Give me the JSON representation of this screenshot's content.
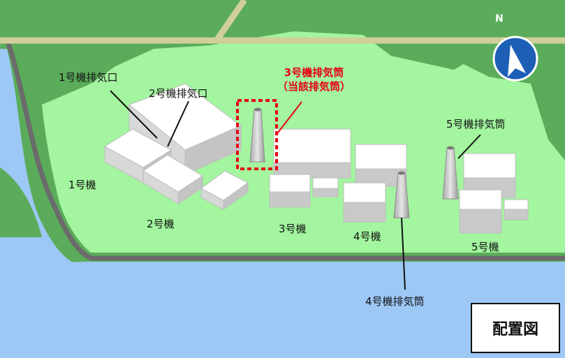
{
  "labels": {
    "unit1_exhaust_port": "1号機排気口",
    "unit2_exhaust_port": "2号機排気口",
    "unit3_stack_line1": "3号機排気筒",
    "unit3_stack_line2": "（当該排気筒）",
    "unit5_stack": "5号機排気筒",
    "unit4_stack": "4号機排気筒",
    "unit1": "1号機",
    "unit2": "2号機",
    "unit3": "3号機",
    "unit4": "4号機",
    "unit5": "5号機"
  },
  "compass": {
    "letter": "N"
  },
  "title_box": {
    "text": "配置図"
  },
  "colors": {
    "sea": "#9dc8f5",
    "land": "#a3f59f",
    "forest": "#5aac5a",
    "coast": "#6b6b6b",
    "road": "#cfcf9a",
    "highlight": "#e60012",
    "compass_fill": "#1d5fb6"
  }
}
